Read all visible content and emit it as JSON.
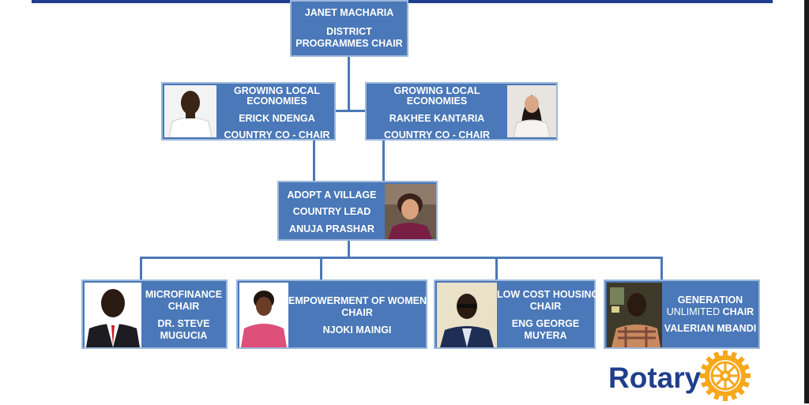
{
  "top": {
    "name": "JANET MACHARIA",
    "role_line1": "DISTRICT",
    "role_line2": "PROGRAMMES CHAIR"
  },
  "co_chair_left": {
    "line1": "GROWING LOCAL",
    "line2": "ECONOMIES",
    "name": "ERICK NDENGA",
    "role": "COUNTRY CO - CHAIR"
  },
  "co_chair_right": {
    "line1": "GROWING LOCAL",
    "line2": "ECONOMIES",
    "name": "RAKHEE KANTARIA",
    "role": "COUNTRY  CO - CHAIR"
  },
  "country_lead": {
    "line1": "ADOPT A VILLAGE",
    "line2": "COUNTRY LEAD",
    "name": "ANUJA  PRASHAR"
  },
  "chairs": [
    {
      "line1": "MICROFINANCE",
      "line2": "CHAIR",
      "name1": "DR. STEVE",
      "name2": "MUGUCIA"
    },
    {
      "line1": "EMPOWERMENT OF WOMEN",
      "line2": "CHAIR",
      "name1": "NJOKI MAINGI"
    },
    {
      "line1": "LOW COST HOUSING",
      "line2": "CHAIR",
      "name1": "ENG GEORGE",
      "name2": "MUYERA"
    },
    {
      "line1": "GENERATION",
      "line2a": "UNLIMITED ",
      "line2b": "CHAIR",
      "name1": "VALERIAN MBANDI"
    }
  ],
  "brand": {
    "logo_text": "Rotary",
    "wheel_icon": "rotary-wheel-icon",
    "colors": {
      "box": "#4a78b8",
      "navy": "#1f3f8c",
      "gold": "#f7a81b"
    }
  }
}
